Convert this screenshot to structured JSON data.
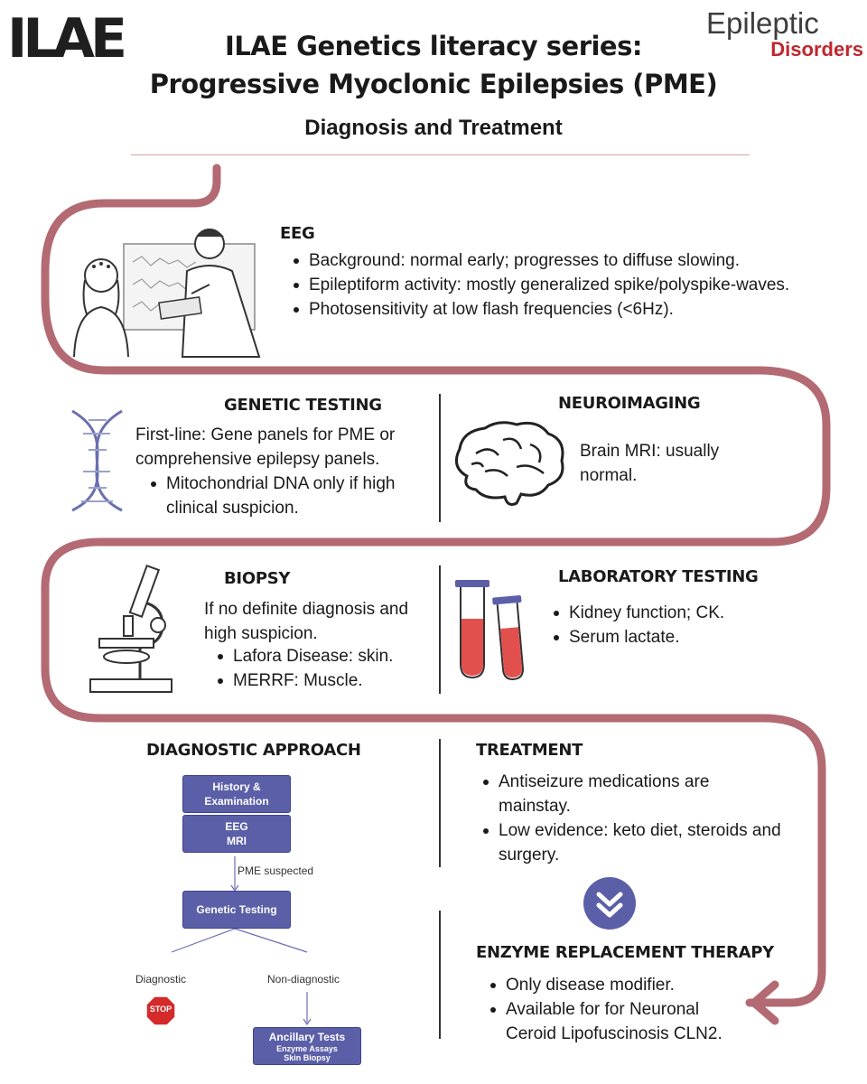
{
  "header": {
    "logo_left": "ILAE",
    "logo_right_top": "Epileptic",
    "logo_right_bottom": "Disorders",
    "title_line1": "ILAE Genetics literacy series:",
    "title_line2": "Progressive Myoclonic Epilepsies (PME)",
    "subtitle": "Diagnosis and Treatment"
  },
  "eeg": {
    "heading": "EEG",
    "bullets": [
      "Background: normal early; progresses to diffuse slowing.",
      "Epileptiform activity: mostly generalized spike/polyspike-waves.",
      "Photosensitivity at low flash frequencies (<6Hz)."
    ]
  },
  "genetic_testing": {
    "heading": "GENETIC TESTING",
    "text": "First-line: Gene panels for PME or comprehensive epilepsy panels.",
    "bullets": [
      "Mitochondrial DNA only if high clinical suspicion."
    ]
  },
  "neuroimaging": {
    "heading": "NEUROIMAGING",
    "text": "Brain MRI: usually normal."
  },
  "biopsy": {
    "heading": "BIOPSY",
    "text": "If no definite diagnosis and high suspicion.",
    "bullets": [
      "Lafora Disease: skin.",
      "MERRF: Muscle."
    ]
  },
  "laboratory": {
    "heading": "LABORATORY TESTING",
    "bullets": [
      "Kidney function; CK.",
      "Serum lactate."
    ]
  },
  "diagnostic_approach": {
    "heading": "DIAGNOSTIC APPROACH",
    "box1": "History & Examination",
    "box2": "EEG MRI",
    "arrow_label": "PME suspected",
    "box3": "Genetic Testing",
    "branch_left": "Diagnostic",
    "branch_right": "Non-diagnostic",
    "stop": "STOP",
    "box4_title": "Ancillary Tests",
    "box4_line1": "Enzyme Assays",
    "box4_line2": "Skin Biopsy"
  },
  "treatment": {
    "heading": "TREATMENT",
    "bullets": [
      "Antiseizure medications are mainstay.",
      "Low evidence: keto diet, steroids and surgery."
    ]
  },
  "ert": {
    "heading": "ENZYME REPLACEMENT THERAPY",
    "bullets": [
      "Only disease modifier.",
      "Available for for Neuronal Ceroid Lipofuscinosis CLN2."
    ]
  },
  "colors": {
    "path": "#b36a72",
    "brand_red": "#c0272d",
    "flow_box": "#5b5fa8",
    "chevron_circle": "#5b5fa8"
  },
  "icons": [
    "eeg-patient-doctor-illustration",
    "dna-icon",
    "brain-icon",
    "microscope-icon",
    "test-tubes-icon",
    "double-chevron-down-icon",
    "stop-sign-icon"
  ]
}
